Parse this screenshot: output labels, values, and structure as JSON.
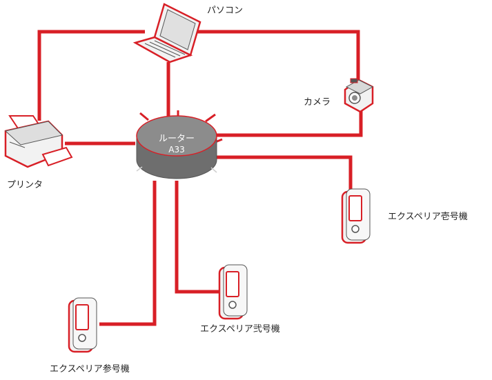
{
  "diagram": {
    "colors": {
      "link": "#d81f26",
      "device_body": "#f2f2f2",
      "device_stroke": "#555555",
      "router_body": "#8c8c8c"
    },
    "router": {
      "label": "ルーター",
      "sublabel": "A33"
    },
    "devices": {
      "pc": {
        "label": "パソコン",
        "icon": "laptop-icon"
      },
      "camera": {
        "label": "カメラ",
        "icon": "camera-icon"
      },
      "printer": {
        "label": "プリンタ",
        "icon": "printer-icon"
      },
      "phone1": {
        "label": "エクスペリア壱号機",
        "icon": "phone-icon"
      },
      "phone2": {
        "label": "エクスペリア弐号機",
        "icon": "phone-icon"
      },
      "phone3": {
        "label": "エクスペリア参号機",
        "icon": "phone-icon"
      }
    }
  }
}
